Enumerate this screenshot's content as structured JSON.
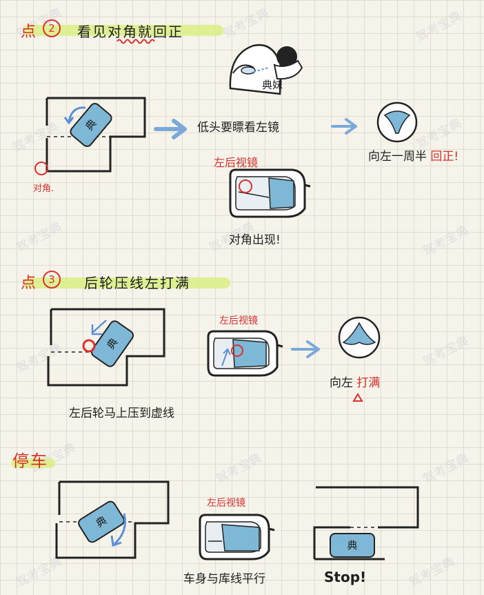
{
  "watermark": "驾考宝典",
  "section2": {
    "point_label": "点",
    "point_number": "2",
    "title": "看见对角就回正",
    "corner_label": "对角.",
    "person_badge": "典妹",
    "step1_caption": "低头要瞟看左镜",
    "mirror_label": "左后视镜",
    "mirror_caption": "对角出现!",
    "wheel_caption_prefix": "向左一周半",
    "wheel_caption_suffix": "回正!"
  },
  "section3": {
    "point_label": "点",
    "point_number": "3",
    "title": "后轮压线左打满",
    "diagram_caption": "左后轮马上压到虚线",
    "mirror_label": "左后视镜",
    "wheel_caption_prefix": "向左",
    "wheel_caption_suffix": "打满"
  },
  "section4": {
    "title": "停车",
    "mirror_label": "左后视镜",
    "mirror_caption": "车身与库线平行",
    "stop_caption": "Stop!"
  },
  "car_label": "典",
  "colors": {
    "car": "#7fb8d6",
    "arrow": "#7aa9d9",
    "accent": "#d8312e",
    "highlight": "#d9ef84"
  }
}
